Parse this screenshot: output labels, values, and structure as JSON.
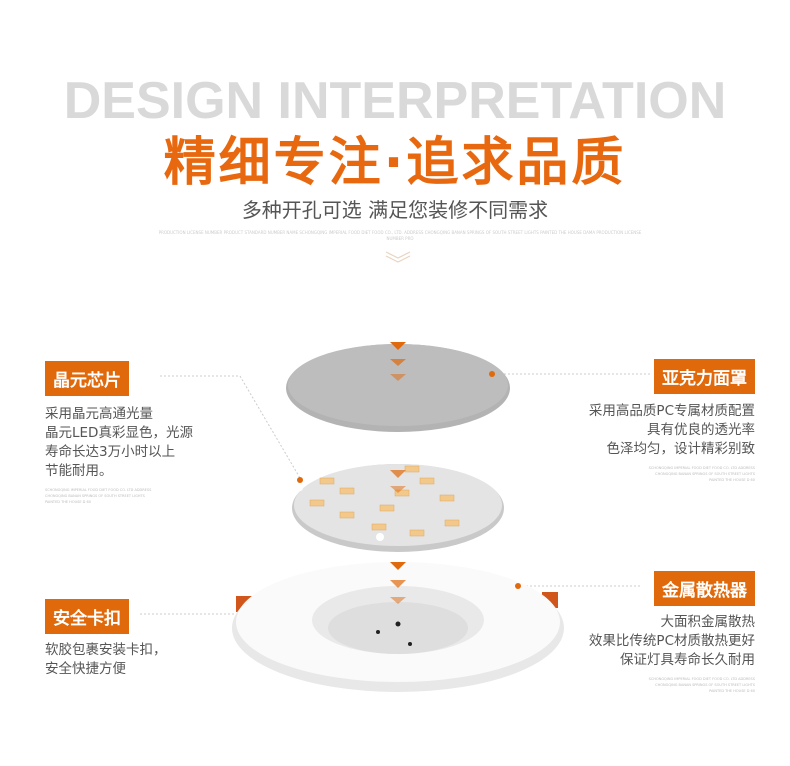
{
  "header": {
    "en_title": "DESIGN INTERPRETATION",
    "cn_title": "精细专注·追求品质",
    "subtitle": "多种开孔可选 满足您装修不同需求",
    "fine_print": "PRODUCTION LICENSE NUMBER PRODUCT STANDARD NUMBER NAME SCHONGQING IMPERIAL FOOD DIET FOOD CO., LTD. ADDRESS CHONGQING BANAN SPRINGS OF SOUTH STREET LIGHTS PAINTED THE HOUSE DAMA PRODUCTION LICENSE NUMBER PRO"
  },
  "features": [
    {
      "tag": "晶元芯片",
      "lines": [
        "采用晶元高通光量",
        "晶元LED真彩显色，光源",
        "寿命长达3万小时以上",
        "节能耐用。"
      ],
      "fine": "SCHONGQING IMPERIAL FOOD DIET FOOD CO. LTD ADDRESS CHONGQING BANAN SPRINGS OF SOUTH STREET LIGHTS PAINTED THE HOUSE D 60"
    },
    {
      "tag": "亚克力面罩",
      "lines": [
        "采用高品质PC专属材质配置",
        "具有优良的透光率",
        "色泽均匀，设计精彩别致"
      ],
      "fine": "SCHONGQING IMPERIAL FOOD DIET FOOD CO. LTD ADDRESS CHONGQING BANAN SPRINGS OF SOUTH STREET LIGHTS PAINTED THE HOUSE D 60"
    },
    {
      "tag": "安全卡扣",
      "lines": [
        "软胶包裹安装卡扣，",
        "安全快捷方便"
      ]
    },
    {
      "tag": "金属散热器",
      "lines": [
        "大面积金属散热",
        "效果比传统PC材质散热更好",
        "保证灯具寿命长久耐用"
      ],
      "fine": "SCHONGQING IMPERIAL FOOD DIET FOOD CO. LTD ADDRESS CHONGQING BANAN SPRINGS OF SOUTH STREET LIGHTS PAINTED THE HOUSE D 60"
    }
  ],
  "colors": {
    "accent": "#e0690c",
    "title_gray": "#d9d9d9"
  }
}
